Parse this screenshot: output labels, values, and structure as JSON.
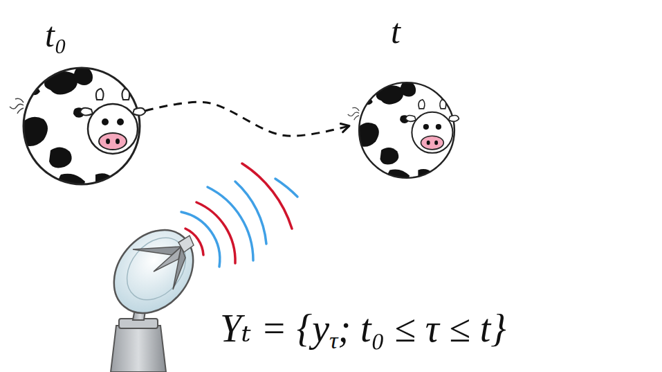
{
  "diagram": {
    "nodes": [
      {
        "text": [
          "t₀"
        ]
      },
      {
        "text": [
          "t"
        ]
      }
    ],
    "edges": [
      {
        "from": 0,
        "to": 1,
        "arrow": "to"
      }
    ],
    "labels": [
      "Yₜ = {y",
      "τ",
      "; t₀ ≤ τ ≤ t}"
    ]
  }
}
